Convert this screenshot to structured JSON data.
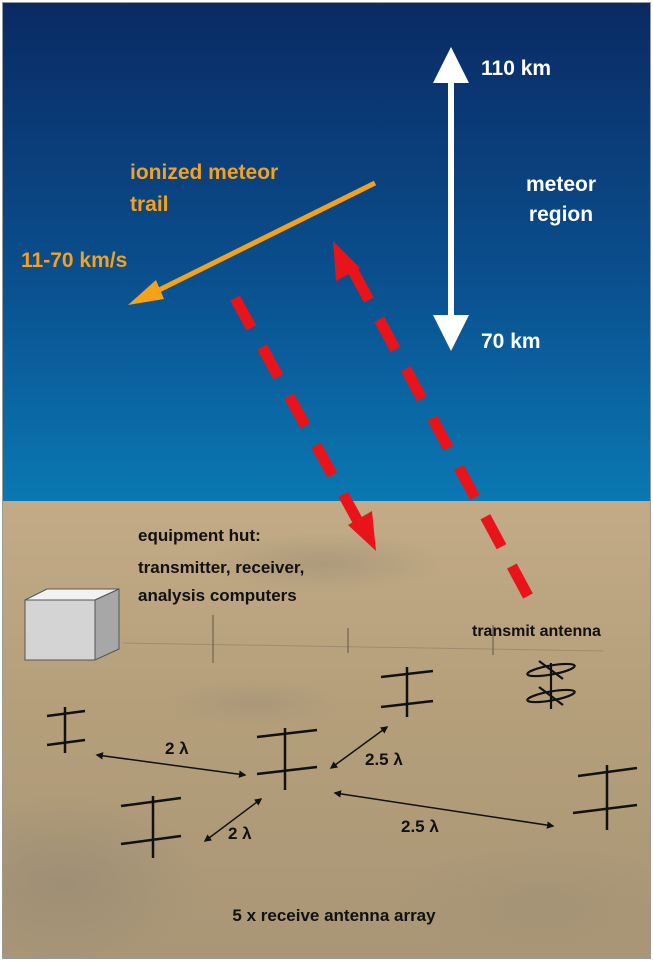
{
  "labels": {
    "top_altitude": "110 km",
    "bottom_altitude": "70 km",
    "region": [
      "meteor",
      "region"
    ],
    "trail": [
      "ionized meteor",
      "trail"
    ],
    "speed": "11-70 km/s",
    "hut": [
      "equipment hut:",
      "transmitter, receiver,",
      "analysis computers"
    ],
    "transmit_antenna": "transmit antenna",
    "array": "5 x receive antenna array",
    "spacings": [
      "2 λ",
      "2.5 λ",
      "2 λ",
      "2.5 λ"
    ]
  },
  "colors": {
    "sky_top": "#0a2a63",
    "sky_bottom": "#0a75b0",
    "ground": "#b9a480",
    "trail": "#f5a11a",
    "signal": "#e8141a",
    "text_light": "#ffffff",
    "text_dark": "#111111"
  }
}
